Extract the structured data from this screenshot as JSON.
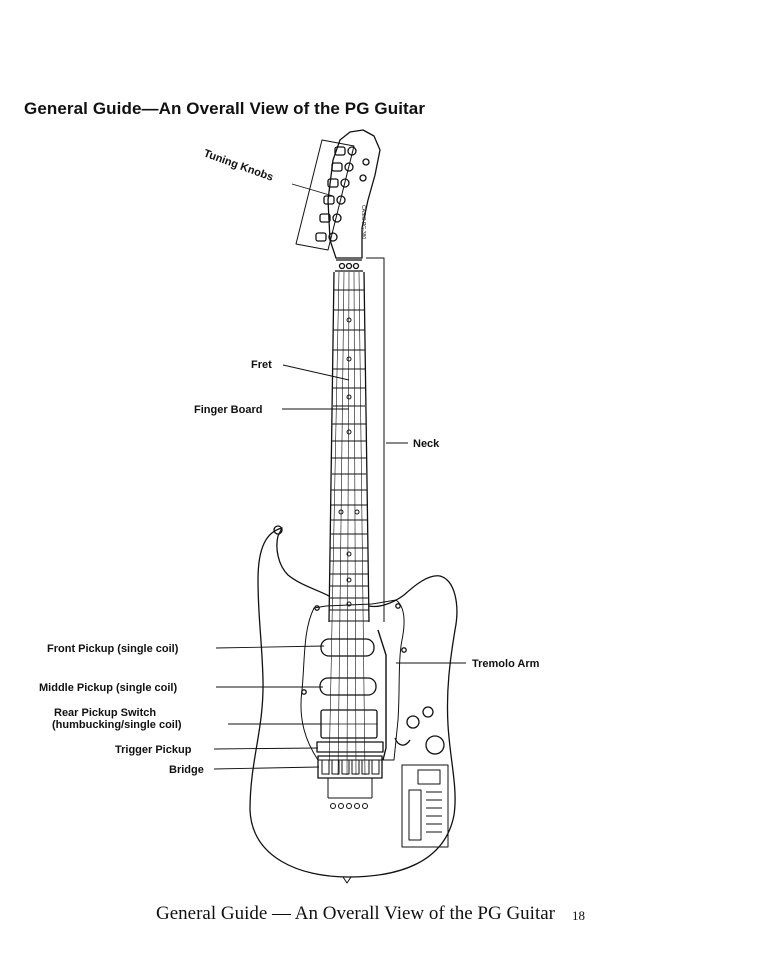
{
  "heading": "General Guide—An Overall View of the PG Guitar",
  "labels": {
    "tuning_knobs": "Tuning Knobs",
    "fret": "Fret",
    "finger_board": "Finger Board",
    "neck": "Neck",
    "front_pickup": "Front Pickup (single coil)",
    "middle_pickup": "Middle Pickup (single coil)",
    "rear_switch_line1": "Rear Pickup Switch",
    "rear_switch_line2": "(humbucking/single coil)",
    "trigger_pickup": "Trigger Pickup",
    "bridge": "Bridge",
    "tremolo_arm": "Tremolo Arm"
  },
  "headstock_text": "CASIO PG-380",
  "footer": {
    "caption": "General Guide — An Overall View of the PG Guitar",
    "page_number": "18"
  }
}
